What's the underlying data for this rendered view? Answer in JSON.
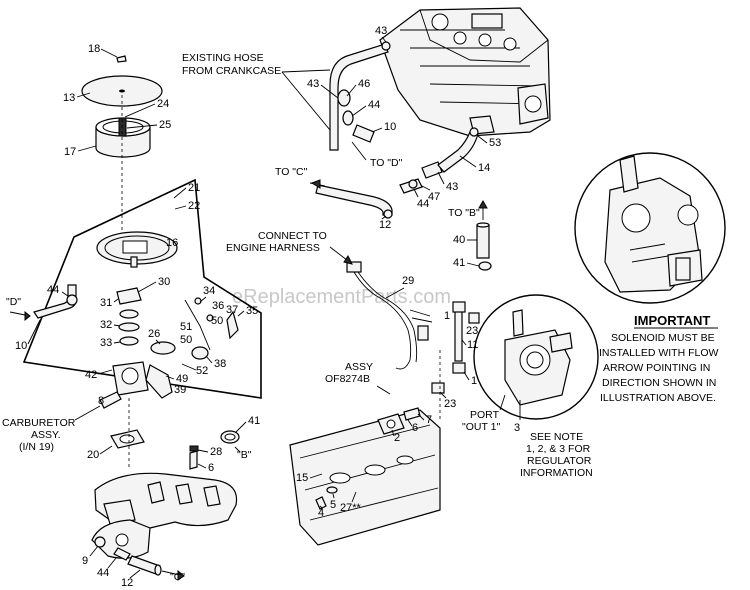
{
  "watermark": "eReplacementParts.com",
  "callouts": {
    "existing_hose": [
      "EXISTING HOSE",
      "FROM CRANKCASE"
    ],
    "to_c_top": "TO \"C\"",
    "to_d": "TO \"D\"",
    "to_b_top": "TO \"B\"",
    "connect": [
      "CONNECT TO",
      "ENGINE HARNESS"
    ],
    "assy": [
      "ASSY",
      "OF8274B"
    ],
    "port": [
      "PORT",
      "\"OUT 1\""
    ],
    "see_note": [
      "SEE NOTE",
      "1, 2, & 3 FOR",
      "REGULATOR",
      "INFORMATION"
    ],
    "carburetor": [
      "CARBURETOR",
      "ASSY.",
      "(I/N 19)"
    ],
    "d_left": "\"D\"",
    "b_mid": "\"B\"",
    "c_bottom": "\"C\""
  },
  "important": {
    "title": "IMPORTANT",
    "lines": [
      "SOLENOID MUST BE",
      "INSTALLED WITH FLOW",
      "ARROW POINTING IN",
      "DIRECTION SHOWN IN",
      "ILLUSTRATION ABOVE."
    ]
  },
  "part_numbers": {
    "n18": "18",
    "n13": "13",
    "n24": "24",
    "n25": "25",
    "n17": "17",
    "n21": "21",
    "n22": "22",
    "n16": "16",
    "n44a": "44",
    "n30": "30",
    "n31": "31",
    "n32": "32",
    "n33": "33",
    "n10a": "10",
    "n34": "34",
    "n36": "36",
    "n37": "37",
    "n35": "35",
    "n50": "50",
    "n26": "26",
    "n51": "51",
    "n52": "52",
    "n38": "38",
    "n42": "42",
    "n49": "49",
    "n8": "8",
    "n39": "39",
    "n41a": "41",
    "n20": "20",
    "n28": "28",
    "n6a": "6",
    "n9": "9",
    "n44b": "44",
    "n12a": "12",
    "n43a": "43",
    "n43b": "43",
    "n46": "46",
    "n44c": "44",
    "n10b": "10",
    "n53": "53",
    "n14": "14",
    "n43c": "43",
    "n47": "47",
    "n44d": "44",
    "n12b": "12",
    "n40": "40",
    "n41b": "41",
    "n29": "29",
    "n23a": "23",
    "n11": "11",
    "n1a": "1",
    "n1b": "1",
    "n23b": "23",
    "n7": "7",
    "n6b": "6",
    "n2": "2",
    "n15": "15",
    "n5": "5",
    "n4": "4",
    "n27": "27**",
    "n3": "3"
  }
}
